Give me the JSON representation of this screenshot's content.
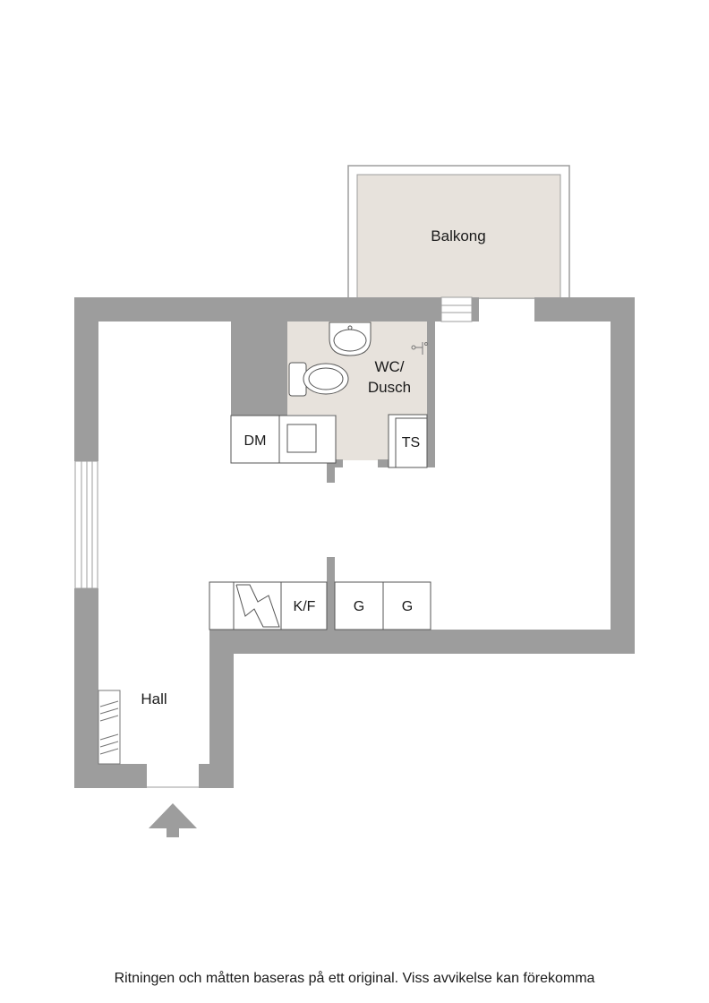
{
  "rooms": {
    "balcony": "Balkong",
    "bathroom_line1": "WC/",
    "bathroom_line2": "Dusch",
    "hall": "Hall"
  },
  "fixtures": {
    "dishwasher": "DM",
    "dryer_cabinet": "TS",
    "fridge_freezer": "K/F",
    "cabinet_1": "G",
    "cabinet_2": "G"
  },
  "disclaimer": "Ritningen och måtten baseras på ett original. Viss avvikelse kan förekomma",
  "colors": {
    "wall": "#9d9d9d",
    "balcony_floor": "#e7e2dc",
    "bathroom_floor": "#e7e2dc",
    "line": "#555555"
  },
  "icons": {
    "entrance": "entrance-arrow-icon",
    "stove": "stove-icon",
    "toilet": "toilet-icon",
    "sink": "sink-icon",
    "shower": "shower-head-icon"
  }
}
